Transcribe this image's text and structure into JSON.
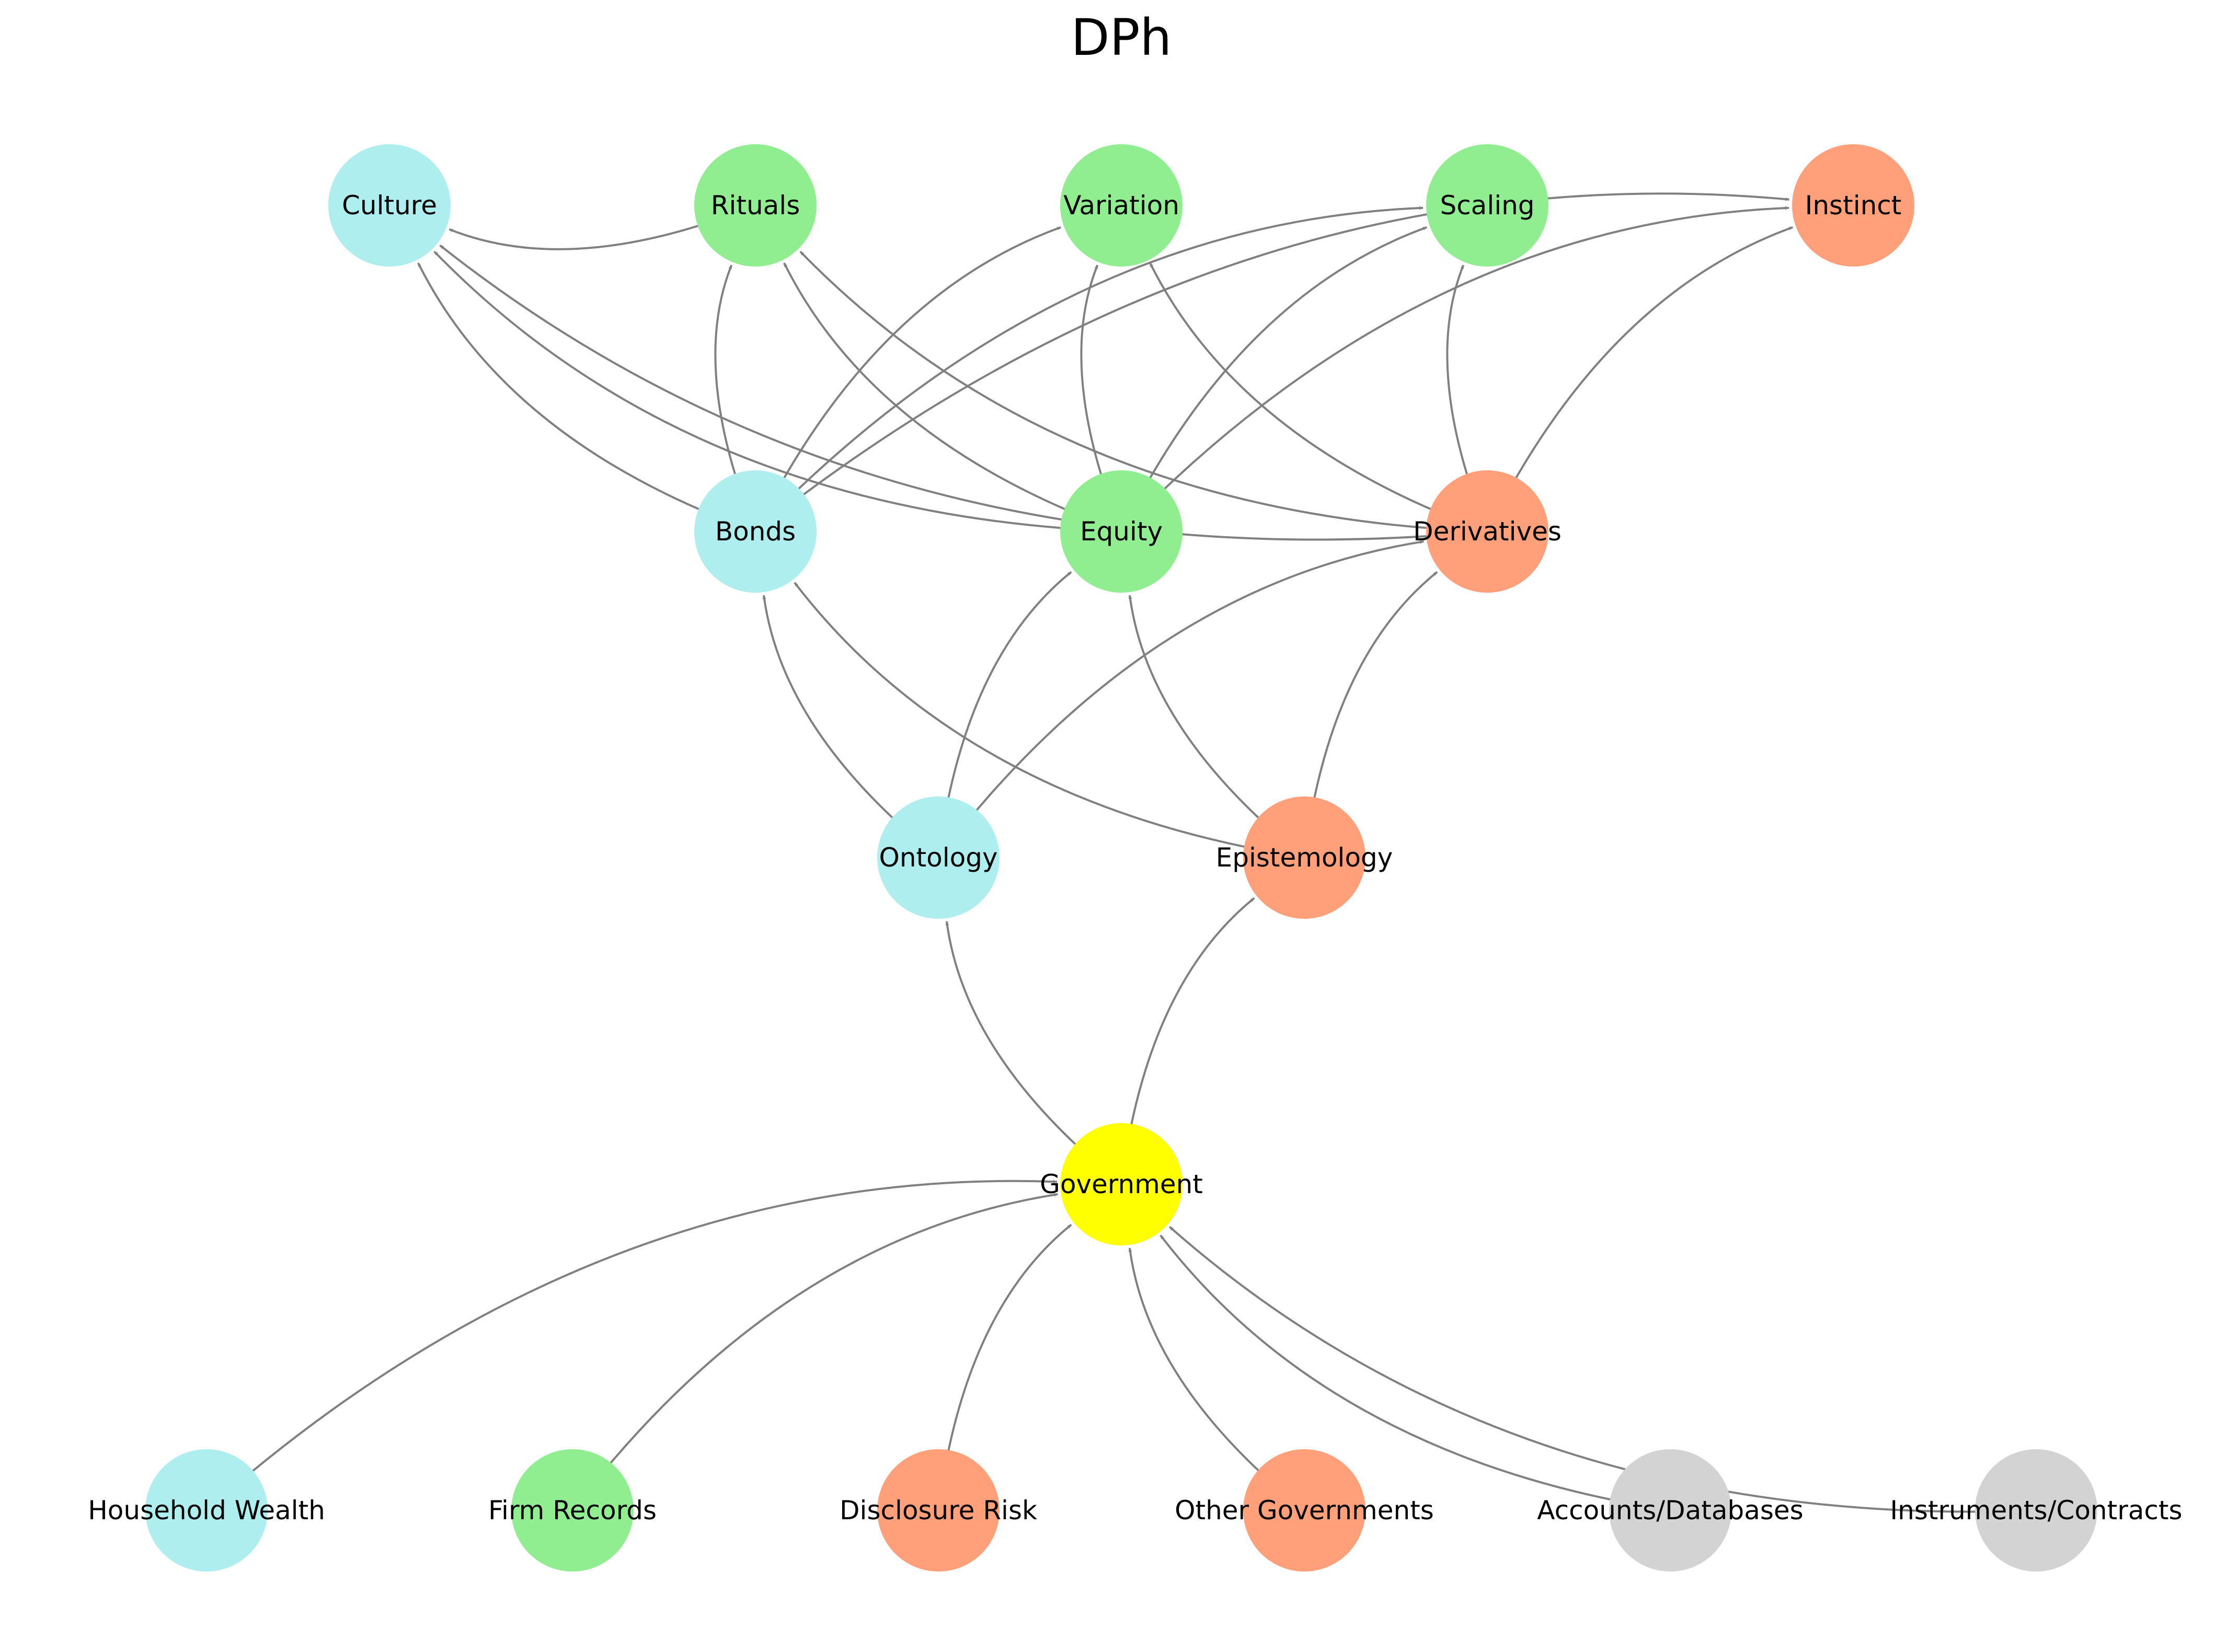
{
  "title": "DPh",
  "colors": {
    "cyan": "#afeeee",
    "green": "#90ee90",
    "salmon": "#ffa07a",
    "yellow": "#ffff00",
    "gray": "#d3d3d3",
    "edge": "#808080"
  },
  "nodes": [
    {
      "id": "culture",
      "label": "Culture",
      "color": "cyan"
    },
    {
      "id": "rituals",
      "label": "Rituals",
      "color": "green"
    },
    {
      "id": "variation",
      "label": "Variation",
      "color": "green"
    },
    {
      "id": "scaling",
      "label": "Scaling",
      "color": "green"
    },
    {
      "id": "instinct",
      "label": "Instinct",
      "color": "salmon"
    },
    {
      "id": "bonds",
      "label": "Bonds",
      "color": "cyan"
    },
    {
      "id": "equity",
      "label": "Equity",
      "color": "green"
    },
    {
      "id": "derivatives",
      "label": "Derivatives",
      "color": "salmon"
    },
    {
      "id": "ontology",
      "label": "Ontology",
      "color": "cyan"
    },
    {
      "id": "epistemology",
      "label": "Epistemology",
      "color": "salmon"
    },
    {
      "id": "government",
      "label": "Government",
      "color": "yellow"
    },
    {
      "id": "household-wealth",
      "label": "Household Wealth",
      "color": "cyan"
    },
    {
      "id": "firm-records",
      "label": "Firm Records",
      "color": "green"
    },
    {
      "id": "disclosure-risk",
      "label": "Disclosure Risk",
      "color": "salmon"
    },
    {
      "id": "other-governments",
      "label": "Other Governments",
      "color": "salmon"
    },
    {
      "id": "accounts-databases",
      "label": "Accounts/Databases",
      "color": "gray"
    },
    {
      "id": "instruments-contracts",
      "label": "Instruments/Contracts",
      "color": "gray"
    }
  ],
  "edges": [
    {
      "from": "household-wealth",
      "to": "government"
    },
    {
      "from": "firm-records",
      "to": "government"
    },
    {
      "from": "disclosure-risk",
      "to": "government"
    },
    {
      "from": "other-governments",
      "to": "government"
    },
    {
      "from": "accounts-databases",
      "to": "government"
    },
    {
      "from": "instruments-contracts",
      "to": "government"
    },
    {
      "from": "government",
      "to": "ontology"
    },
    {
      "from": "government",
      "to": "epistemology"
    },
    {
      "from": "ontology",
      "to": "bonds"
    },
    {
      "from": "ontology",
      "to": "equity"
    },
    {
      "from": "ontology",
      "to": "derivatives"
    },
    {
      "from": "epistemology",
      "to": "bonds"
    },
    {
      "from": "epistemology",
      "to": "equity"
    },
    {
      "from": "epistemology",
      "to": "derivatives"
    },
    {
      "from": "bonds",
      "to": "culture"
    },
    {
      "from": "bonds",
      "to": "rituals"
    },
    {
      "from": "bonds",
      "to": "variation"
    },
    {
      "from": "bonds",
      "to": "scaling"
    },
    {
      "from": "bonds",
      "to": "instinct"
    },
    {
      "from": "equity",
      "to": "culture"
    },
    {
      "from": "equity",
      "to": "rituals"
    },
    {
      "from": "equity",
      "to": "variation"
    },
    {
      "from": "equity",
      "to": "scaling"
    },
    {
      "from": "equity",
      "to": "instinct"
    },
    {
      "from": "derivatives",
      "to": "culture"
    },
    {
      "from": "derivatives",
      "to": "rituals"
    },
    {
      "from": "derivatives",
      "to": "variation"
    },
    {
      "from": "derivatives",
      "to": "scaling"
    },
    {
      "from": "derivatives",
      "to": "instinct"
    },
    {
      "from": "rituals",
      "to": "culture"
    }
  ]
}
